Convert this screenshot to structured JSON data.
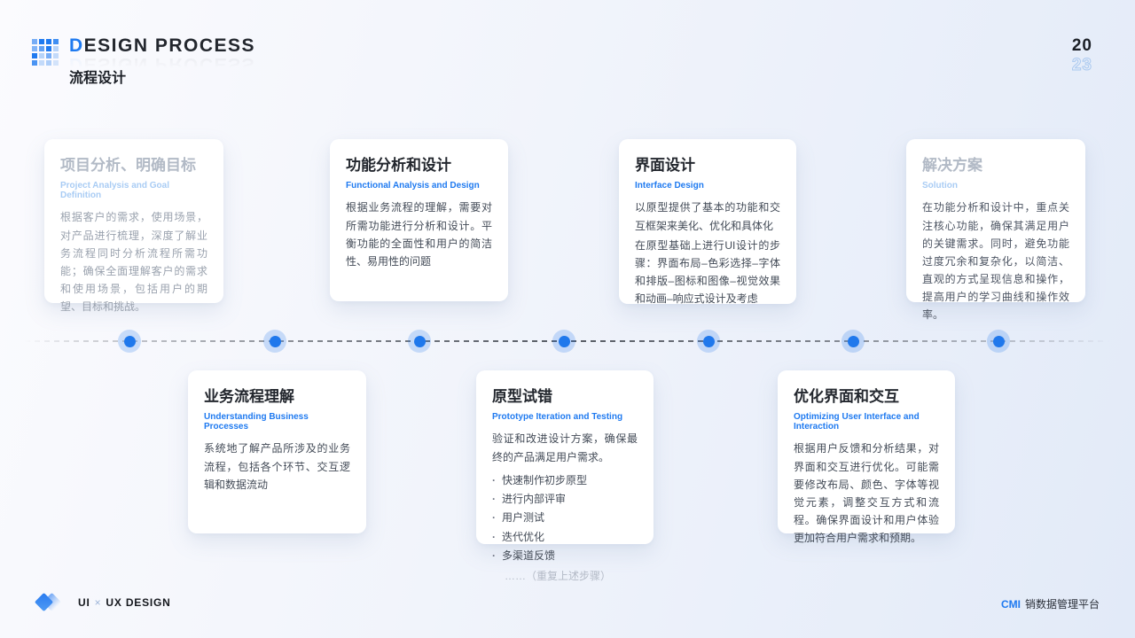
{
  "header": {
    "logo_icon": "pixel-grid-logo",
    "title_lead": "D",
    "title_rest": "ESIGN PROCESS",
    "subtitle": "流程设计",
    "year_top": "20",
    "year_bottom": "23"
  },
  "colors": {
    "accent": "#1f7af0",
    "card_title": "#23272e",
    "card_body": "#434b57",
    "muted_title": "#b2bac6",
    "muted_subtitle": "#a9ccf4",
    "muted_body": "#9aa2ae",
    "timeline_dot": "#1f78ec",
    "year_outline": "#aac9f0",
    "card_background": "#ffffff"
  },
  "cards": [
    {
      "id": "project-analysis",
      "row": "top",
      "muted": "full",
      "title": "项目分析、明确目标",
      "subtitle": "Project Analysis and Goal Definition",
      "paragraphs": [
        "根据客户的需求，使用场景，对产品进行梳理，深度了解业务流程同时分析流程所需功能；确保全面理解客户的需求和使用场景，包括用户的期望、目标和挑战。"
      ]
    },
    {
      "id": "functional-analysis",
      "row": "top",
      "muted": "none",
      "title": "功能分析和设计",
      "subtitle": "Functional Analysis and Design",
      "paragraphs": [
        "根据业务流程的理解，需要对所需功能进行分析和设计。平衡功能的全面性和用户的简洁性、易用性的问题"
      ]
    },
    {
      "id": "interface-design",
      "row": "top",
      "muted": "none",
      "title": "界面设计",
      "subtitle": "Interface Design",
      "paragraphs": [
        "以原型提供了基本的功能和交互框架来美化、优化和具体化",
        "在原型基础上进行UI设计的步骤：界面布局–色彩选择–字体和排版–图标和图像–视觉效果和动画–响应式设计及考虑"
      ]
    },
    {
      "id": "solution",
      "row": "top",
      "muted": "title",
      "title": "解决方案",
      "subtitle": "Solution",
      "paragraphs": [
        "在功能分析和设计中，重点关注核心功能，确保其满足用户的关键需求。同时，避免功能过度冗余和复杂化，以简洁、直观的方式呈现信息和操作，提高用户的学习曲线和操作效率。"
      ]
    },
    {
      "id": "business-process",
      "row": "bottom",
      "muted": "none",
      "title": "业务流程理解",
      "subtitle": "Understanding Business Processes",
      "paragraphs": [
        "系统地了解产品所涉及的业务流程，包括各个环节、交互逻辑和数据流动"
      ]
    },
    {
      "id": "prototype-testing",
      "row": "bottom",
      "muted": "none",
      "title": "原型试错",
      "subtitle": "Prototype Iteration and Testing",
      "paragraphs": [
        "验证和改进设计方案，确保最终的产品满足用户需求。"
      ],
      "bullets": [
        "快速制作初步原型",
        "进行内部评审",
        "用户测试",
        "迭代优化",
        "多渠道反馈"
      ],
      "note": "……（重复上述步骤）"
    },
    {
      "id": "optimize-ui",
      "row": "bottom",
      "muted": "none",
      "title": "优化界面和交互",
      "subtitle": "Optimizing User Interface and Interaction",
      "paragraphs": [
        "根据用户反馈和分析结果，对界面和交互进行优化。可能需要修改布局、颜色、字体等视觉元素，调整交互方式和流程。确保界面设计和用户体验更加符合用户需求和预期。"
      ]
    }
  ],
  "timeline": {
    "dot_count": 7
  },
  "footer": {
    "logo_icon": "double-diamond-logo",
    "brand_left": "UI",
    "brand_times": "×",
    "brand_right": "UX DESIGN",
    "right_brand": "CMI",
    "right_text": "销数据管理平台"
  }
}
